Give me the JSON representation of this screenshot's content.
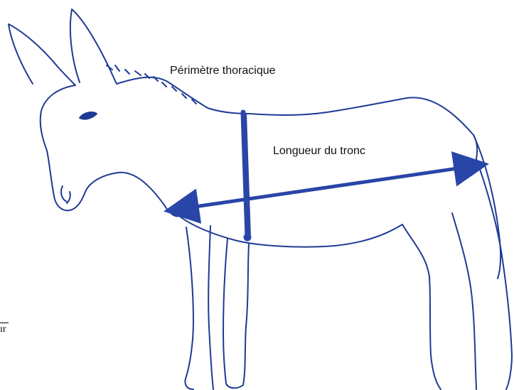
{
  "labels": {
    "perimeter": "Périmètre thoracique",
    "trunk_length": "Longueur du tronc"
  },
  "edge_fragment": "ır",
  "colors": {
    "outline": "#1f3a93",
    "measure": "#2a45a8",
    "text": "#111111"
  }
}
